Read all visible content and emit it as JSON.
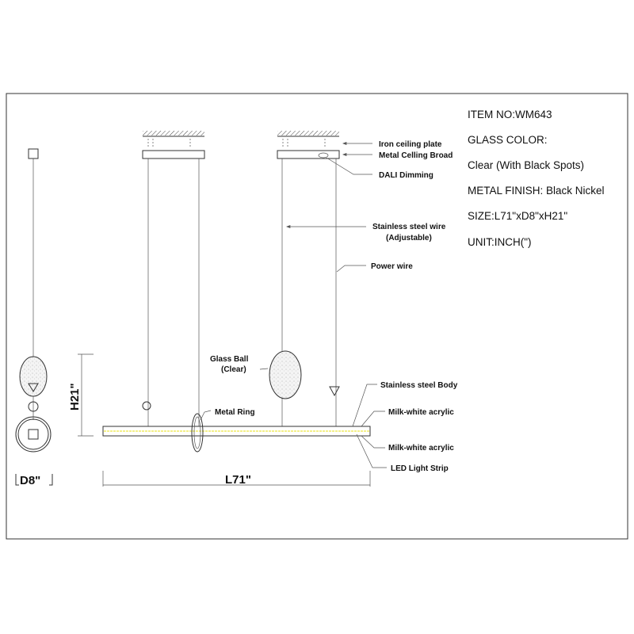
{
  "specs": {
    "item_no": "ITEM NO:WM643",
    "glass_color_label": "GLASS COLOR:",
    "glass_color_value": "Clear (With Black Spots)",
    "metal_finish": "METAL FINISH: Black Nickel",
    "size": "SIZE:L71\"xD8\"xH21\"",
    "unit": "UNIT:INCH(\")"
  },
  "labels": {
    "iron_ceiling_plate": "Iron ceiling plate",
    "metal_ceiling_broad": "Metal Celling Broad",
    "dali_dimming": "DALI Dimming",
    "stainless_wire": "Stainless steel wire",
    "adjustable": "(Adjustable)",
    "power_wire": "Power wire",
    "glass_ball": "Glass Ball",
    "glass_ball_clear": "(Clear)",
    "metal_ring": "Metal Ring",
    "stainless_body": "Stainless steel Body",
    "milk_acrylic_top": "Milk-white acrylic",
    "milk_acrylic_bottom": "Milk-white acrylic",
    "led_strip": "LED Light Strip"
  },
  "dimensions": {
    "depth": "D8\"",
    "height": "H21\"",
    "length": "L71\""
  },
  "colors": {
    "led": "#f3f08a",
    "stroke": "#333333"
  }
}
